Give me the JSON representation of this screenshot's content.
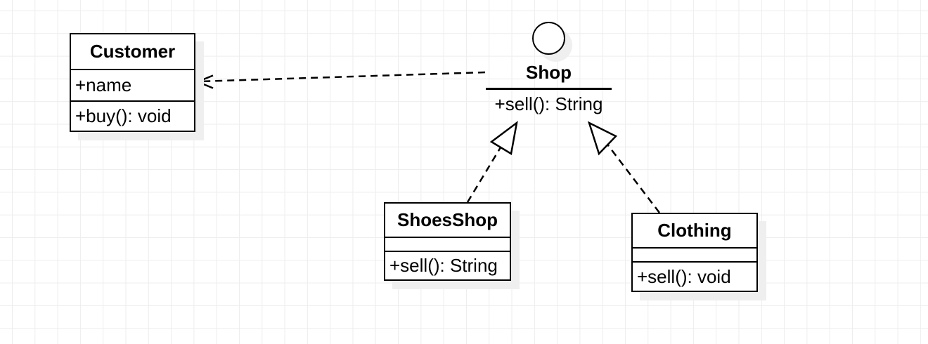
{
  "diagram": {
    "type": "uml-class-diagram",
    "interface": {
      "name": "Shop",
      "operations": [
        "+sell(): String"
      ]
    },
    "classes": [
      {
        "name": "Customer",
        "attributes": [
          "+name"
        ],
        "operations": [
          "+buy(): void"
        ]
      },
      {
        "name": "ShoesShop",
        "attributes": [],
        "operations": [
          "+sell(): String"
        ]
      },
      {
        "name": "Clothing",
        "attributes": [],
        "operations": [
          "+sell(): void"
        ]
      }
    ],
    "edges": [
      {
        "type": "dependency",
        "from": "Shop",
        "to": "Customer",
        "style": "dashed-open-arrow"
      },
      {
        "type": "realization",
        "from": "ShoesShop",
        "to": "Shop",
        "style": "dashed-hollow-triangle"
      },
      {
        "type": "realization",
        "from": "Clothing",
        "to": "Shop",
        "style": "dashed-hollow-triangle"
      }
    ],
    "colors": {
      "stroke": "#000000",
      "shape_fill": "#ffffff",
      "grid_line": "#ededed",
      "shadow": "#efefef",
      "canvas": "#ffffff"
    }
  }
}
